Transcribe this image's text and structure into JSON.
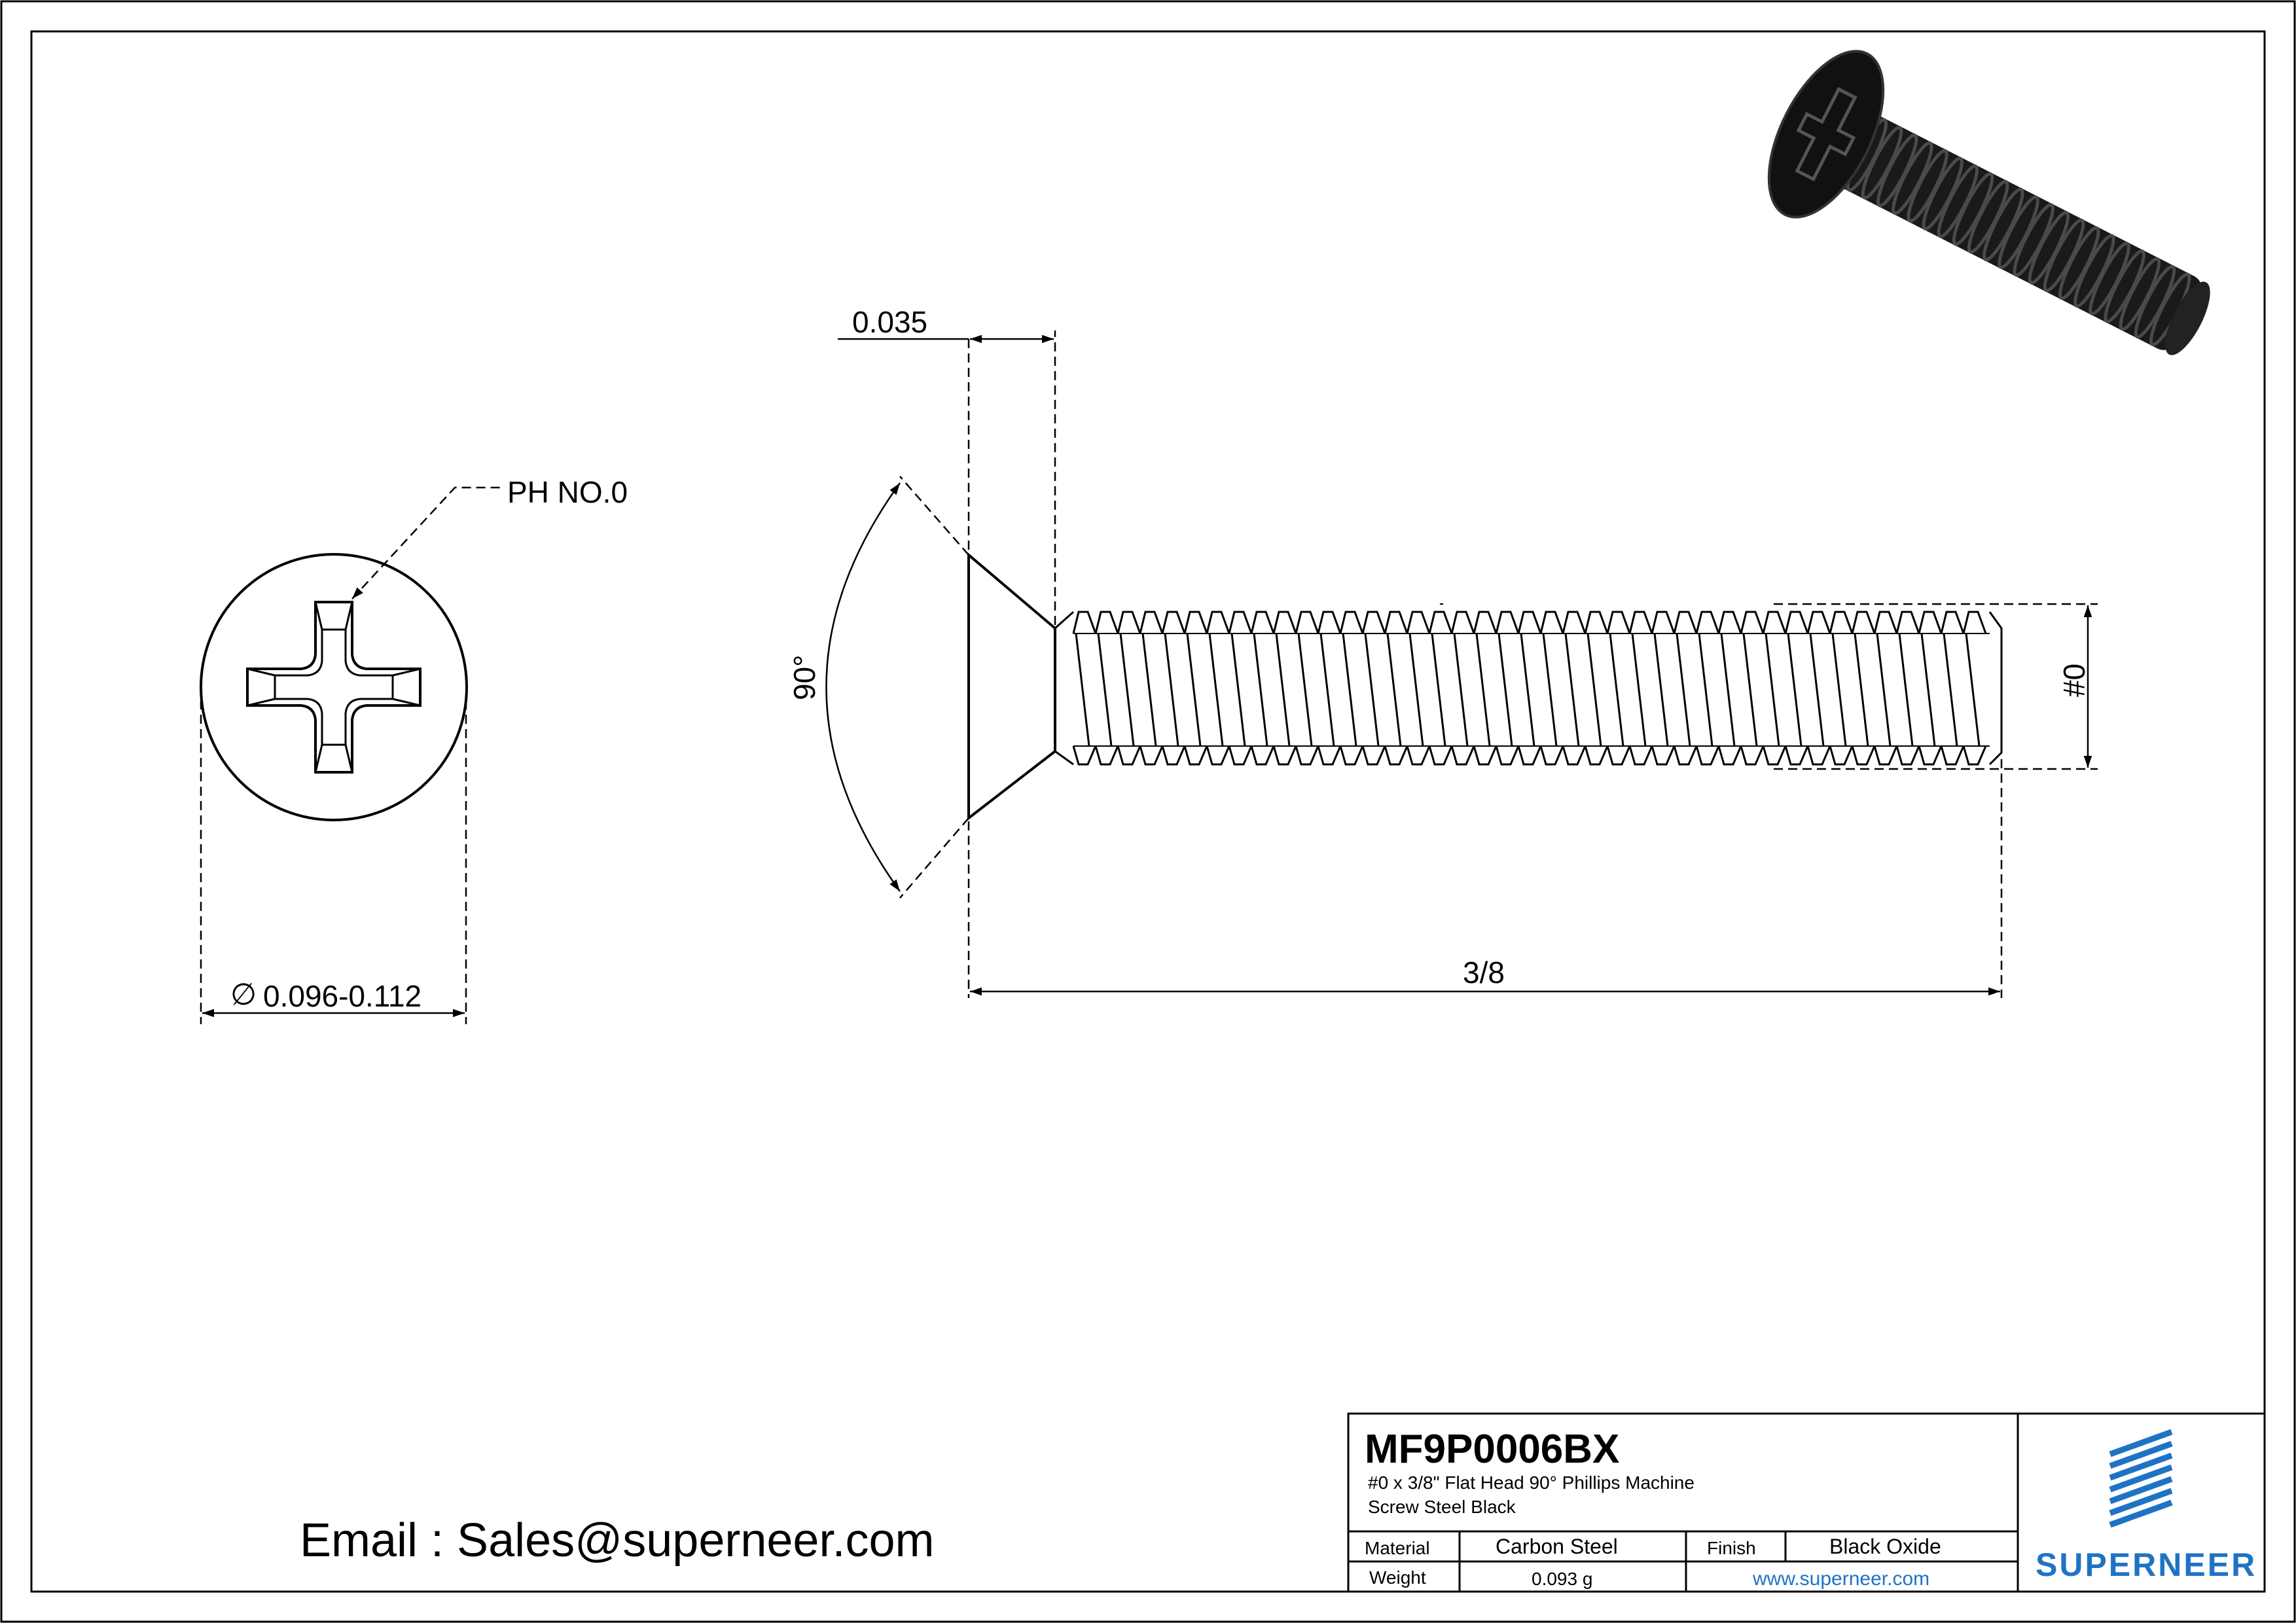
{
  "drawing": {
    "head_view": {
      "drive_label": "PH NO.0",
      "head_diameter_symbol": "∅",
      "head_diameter": "0.096-0.112"
    },
    "side_view": {
      "head_height": "0.035",
      "countersink_angle": "90°",
      "length": "3/8",
      "thread_size": "#0"
    }
  },
  "email": "Email : Sales@superneer.com",
  "title_block": {
    "part_number": "MF9P0006BX",
    "description_line1": "#0 x 3/8\" Flat Head 90° Phillips Machine",
    "description_line2": "Screw Steel Black",
    "material_label": "Material",
    "material_value": "Carbon Steel",
    "finish_label": "Finish",
    "finish_value": "Black Oxide",
    "weight_label": "Weight",
    "weight_value": "0.093 g",
    "website": "www.superneer.com",
    "brand": "SUPERNEER"
  },
  "colors": {
    "line": "#000000",
    "brand_blue": "#1f73c4",
    "screw_dark": "#1a1a1a"
  }
}
